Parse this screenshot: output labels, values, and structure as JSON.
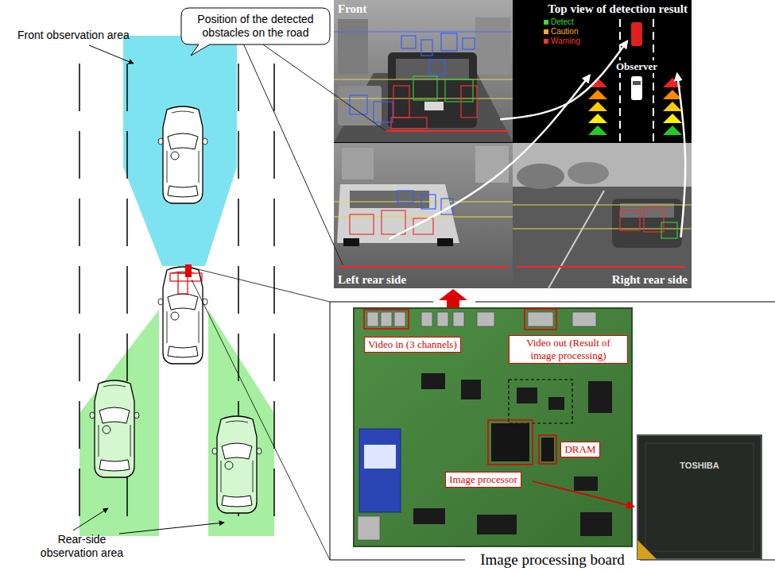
{
  "diagram": {
    "nodes": [
      {
        "text": [
          "Position of the detected obstacles on the road"
        ]
      },
      {
        "text": [
          "Front"
        ]
      },
      {
        "text": [
          "Top view of detection result",
          "Observer"
        ]
      },
      {
        "text": [
          "Left rear side"
        ]
      },
      {
        "text": [
          "Right rear side"
        ]
      },
      {
        "text": [
          "Image processing board"
        ]
      },
      {
        "text": [
          "Video in (3 channels)"
        ],
        "in": 5
      },
      {
        "text": [
          "Video out (Result of image processing)"
        ],
        "in": 5
      },
      {
        "text": [
          "DRAM"
        ],
        "in": 5
      },
      {
        "text": [
          "Image processor"
        ],
        "in": 5
      }
    ],
    "edges": [
      {
        "from": 0,
        "to": 1,
        "arrow": "none"
      },
      {
        "from": 0,
        "to": 3,
        "arrow": "none"
      },
      {
        "from": 1,
        "to": 2,
        "arrow": "to"
      },
      {
        "from": 3,
        "to": 2,
        "arrow": "to"
      },
      {
        "from": 4,
        "to": 2,
        "arrow": "to"
      }
    ],
    "labels": [
      "Front observation area",
      "Rear-side observation area",
      "TOSHIBA"
    ],
    "legend": [
      {
        "text": "Detect",
        "color": "#33dd33"
      },
      {
        "text": "Caution",
        "color": "#ffaa22"
      },
      {
        "text": "Warning",
        "color": "#ff3333"
      }
    ]
  }
}
